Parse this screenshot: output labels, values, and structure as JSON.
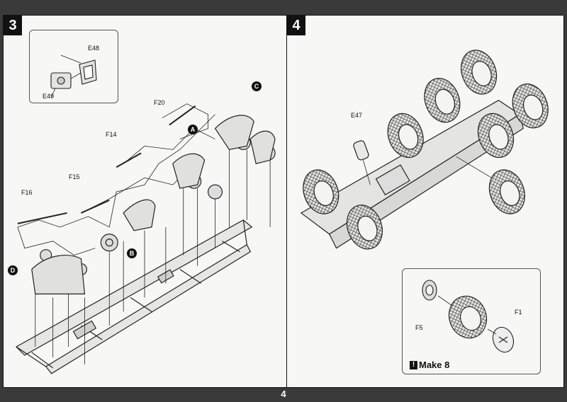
{
  "step3": {
    "number": "3",
    "inset_parts": [
      "E48",
      "E49"
    ],
    "parts": [
      "F20",
      "F14",
      "F15",
      "F16"
    ],
    "callouts": [
      "A",
      "B",
      "C",
      "D"
    ]
  },
  "step4": {
    "number": "4",
    "parts": [
      "E47"
    ],
    "inset_parts": [
      "F5",
      "F1"
    ],
    "make_note": "Make 8"
  },
  "page_number": "4"
}
